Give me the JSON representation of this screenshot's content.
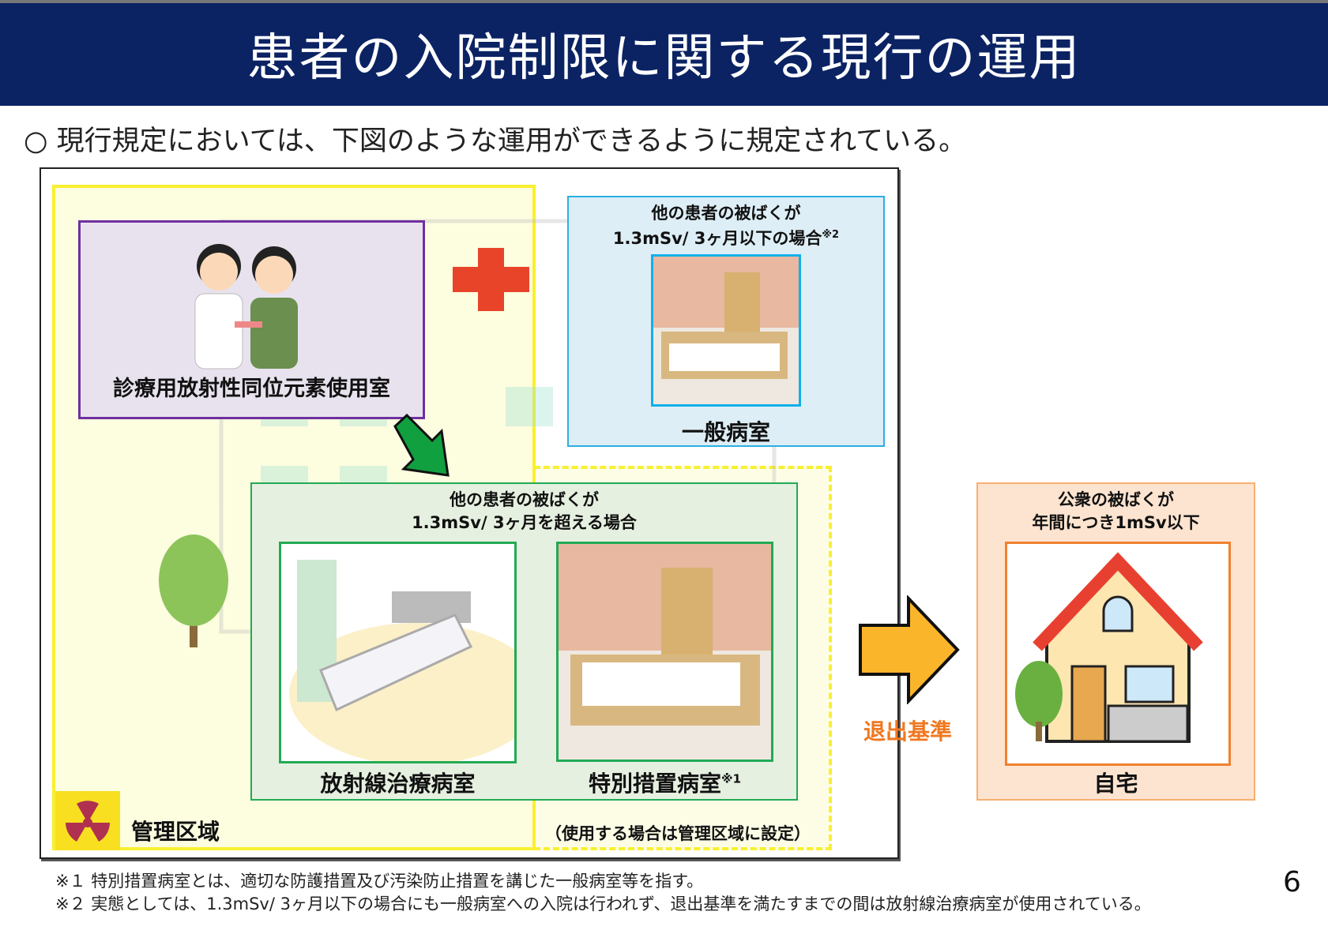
{
  "title": "患者の入院制限に関する現行の運用",
  "subtitle": "○ 現行規定においては、下図のような運用ができるように規定されている。",
  "rooms": {
    "isotope_room": "診療用放射性同位元素使用室",
    "general_caption_line1": "他の患者の被ばくが",
    "general_caption_line2": "1.3mSv/ 3ヶ月以下の場合",
    "general_note": "※2",
    "general_room": "一般病室",
    "over_caption_line1": "他の患者の被ばくが",
    "over_caption_line2": "1.3mSv/ 3ヶ月を超える場合",
    "radiotherapy_room": "放射線治療病室",
    "special_room": "特別措置病室",
    "special_note": "※1",
    "controlled_area": "管理区域",
    "controlled_note": "（使用する場合は管理区域に設定）",
    "discharge_label": "退出基準",
    "home_caption_line1": "公衆の被ばくが",
    "home_caption_line2": "年間につき1mSv以下",
    "home": "自宅"
  },
  "footnotes": [
    "※１ 特別措置病室とは、適切な防護措置及び汚染防止措置を講じた一般病室等を指す。",
    "※２ 実態としては、1.3mSv/ 3ヶ月以下の場合にも一般病室への入院は行われず、退出基準を満たすまでの間は放射線治療病室が使用されている。"
  ],
  "page_number": "6",
  "colors": {
    "header": "#0b2363",
    "yellow": "#f8f030",
    "purple": "#7030a0",
    "blue": "#2ab0e0",
    "green": "#22aa55",
    "orange": "#f07820"
  }
}
